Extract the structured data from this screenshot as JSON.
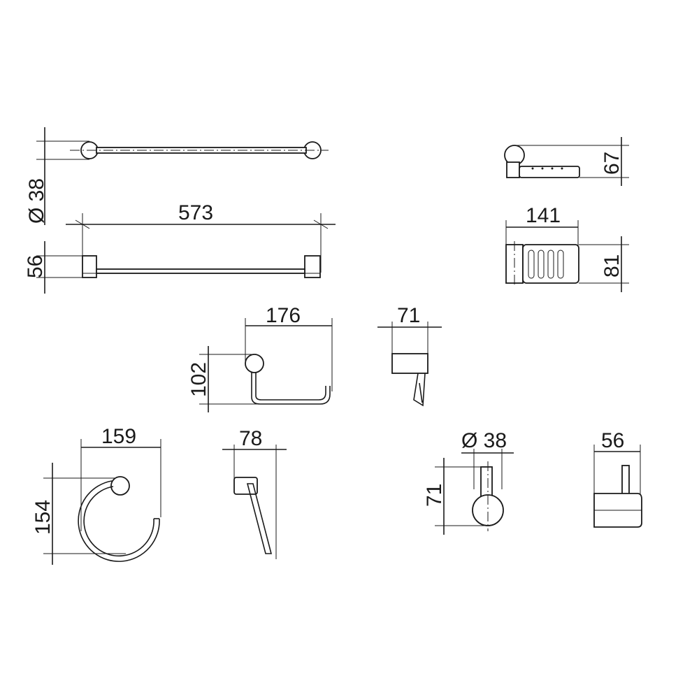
{
  "dimensions": {
    "bar_diameter": "Ø 38",
    "bar_length": "573",
    "bar_height": "56",
    "soap_height": "67",
    "soap_width": "141",
    "soap_depth": "81",
    "paper_width": "176",
    "paper_height": "102",
    "paper_depth": "71",
    "ring_width": "159",
    "ring_height": "154",
    "ring_depth": "78",
    "hook_diameter": "Ø 38",
    "hook_height": "71",
    "hook_depth": "56"
  }
}
